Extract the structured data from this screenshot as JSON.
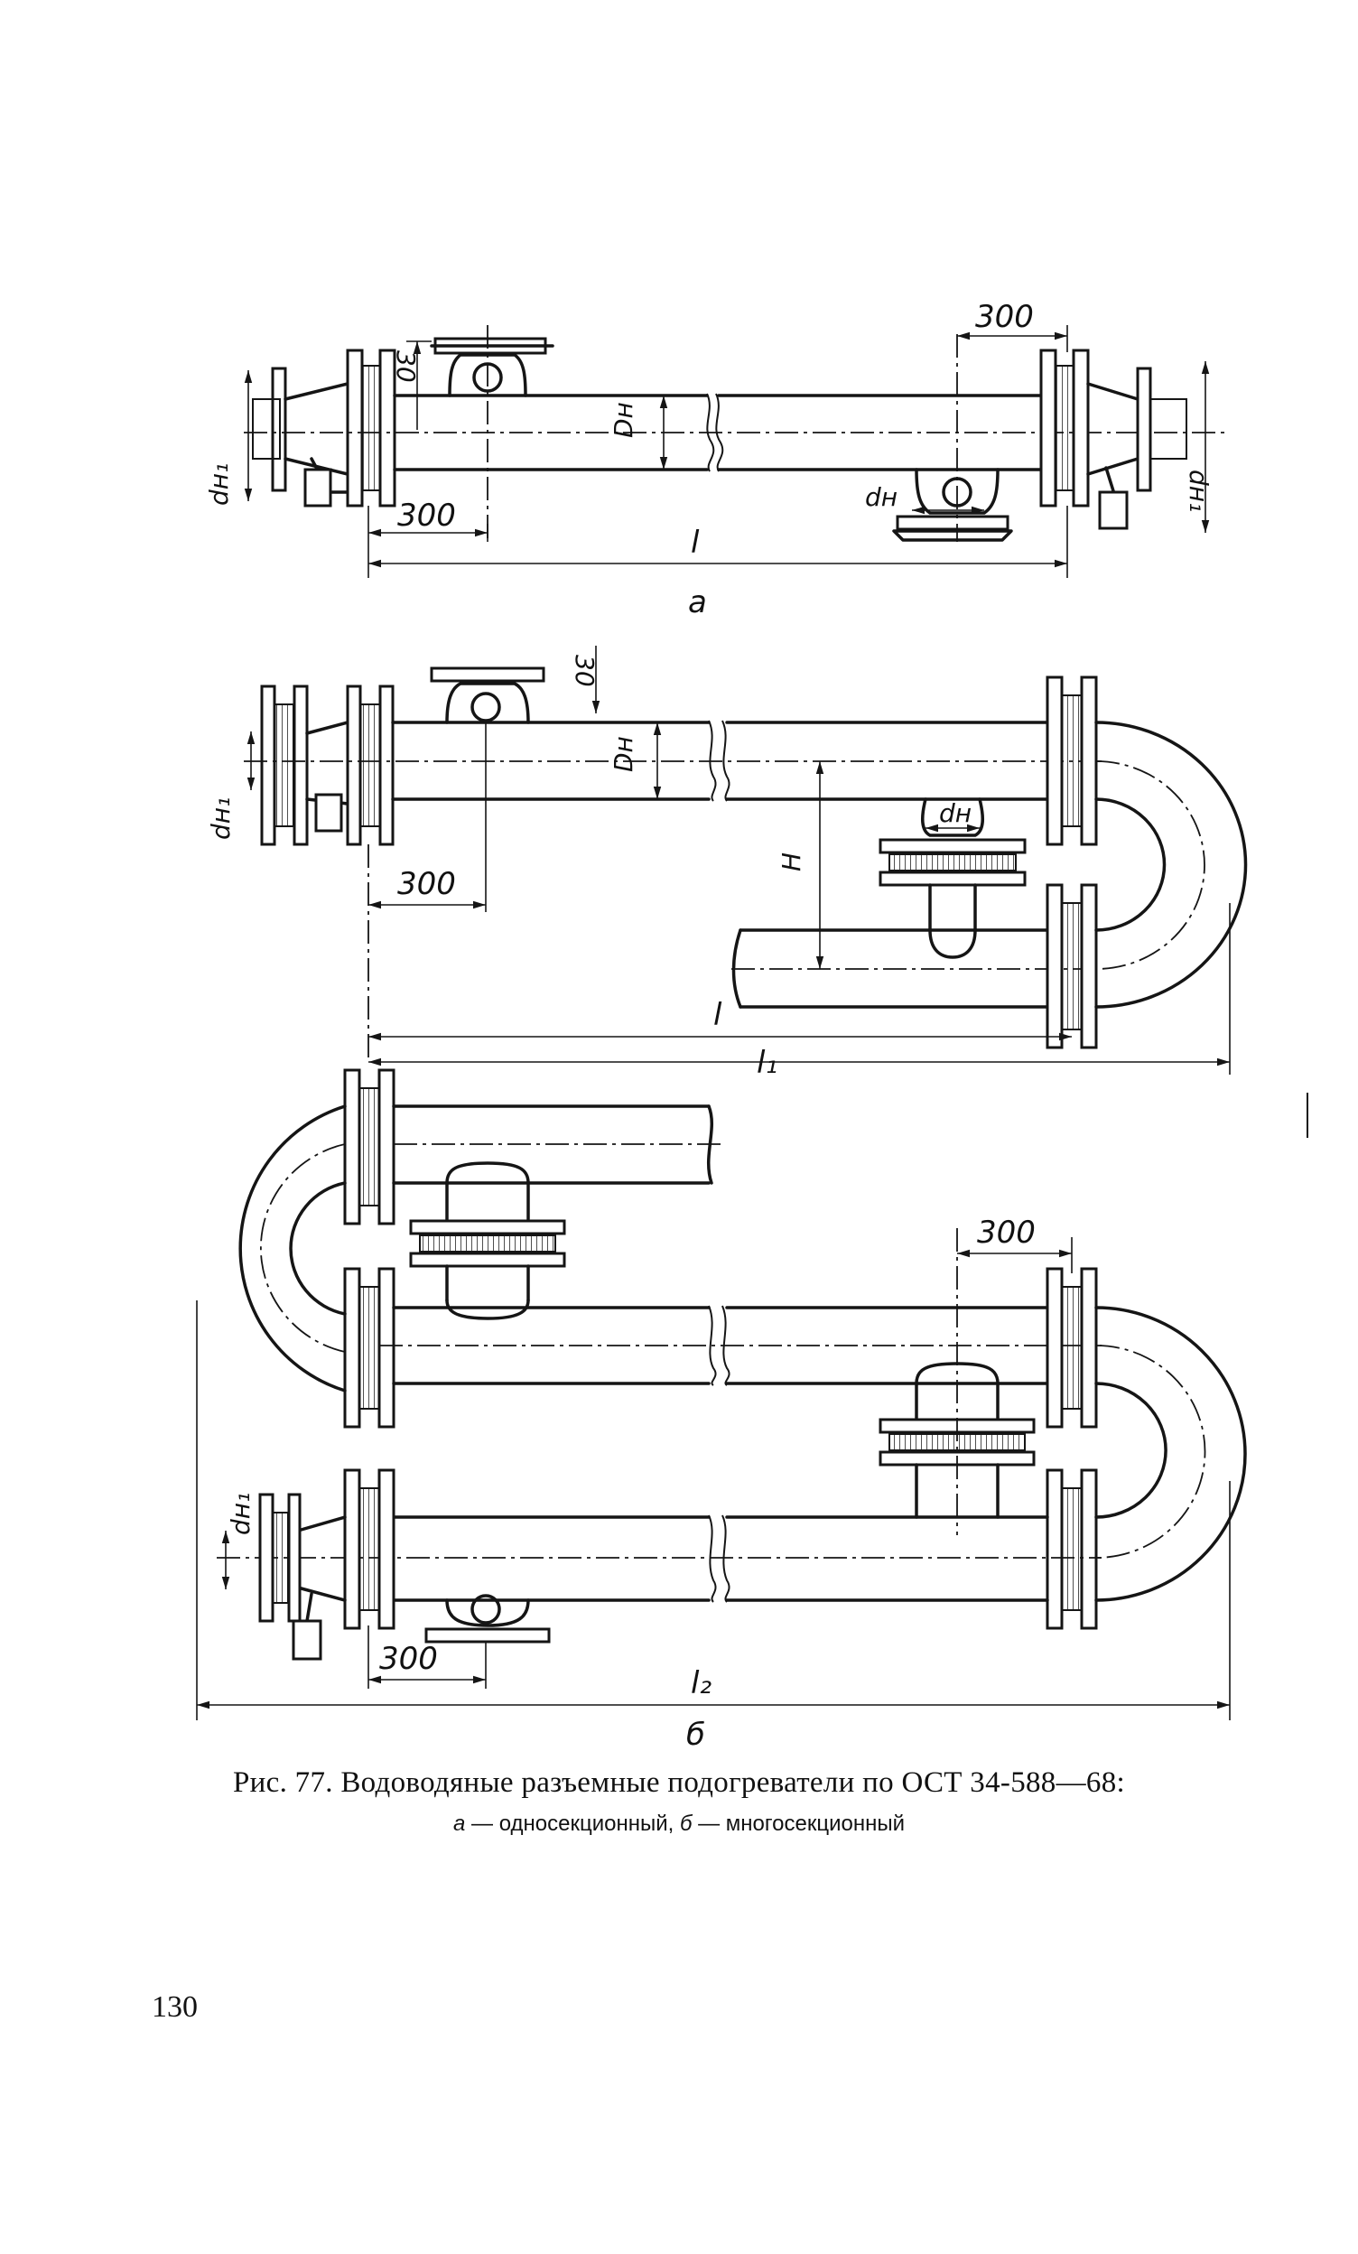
{
  "figure": {
    "view_a_label": "а",
    "view_b_label": "б",
    "dims": {
      "d300": "300",
      "d30": "30",
      "l": "l",
      "l1": "l₁",
      "l2": "l₂",
      "Dn": "Dн",
      "dn": "dн",
      "dn1": "dн₁",
      "H": "H"
    }
  },
  "caption": {
    "title": "Рис. 77. Водоводяные разъемные подогреватели по ОСТ 34-588—68:",
    "part_a_letter": "а",
    "part_a_text": " — односекционный, ",
    "part_b_letter": "б",
    "part_b_text": " — многосекционный"
  },
  "page_number": "130"
}
